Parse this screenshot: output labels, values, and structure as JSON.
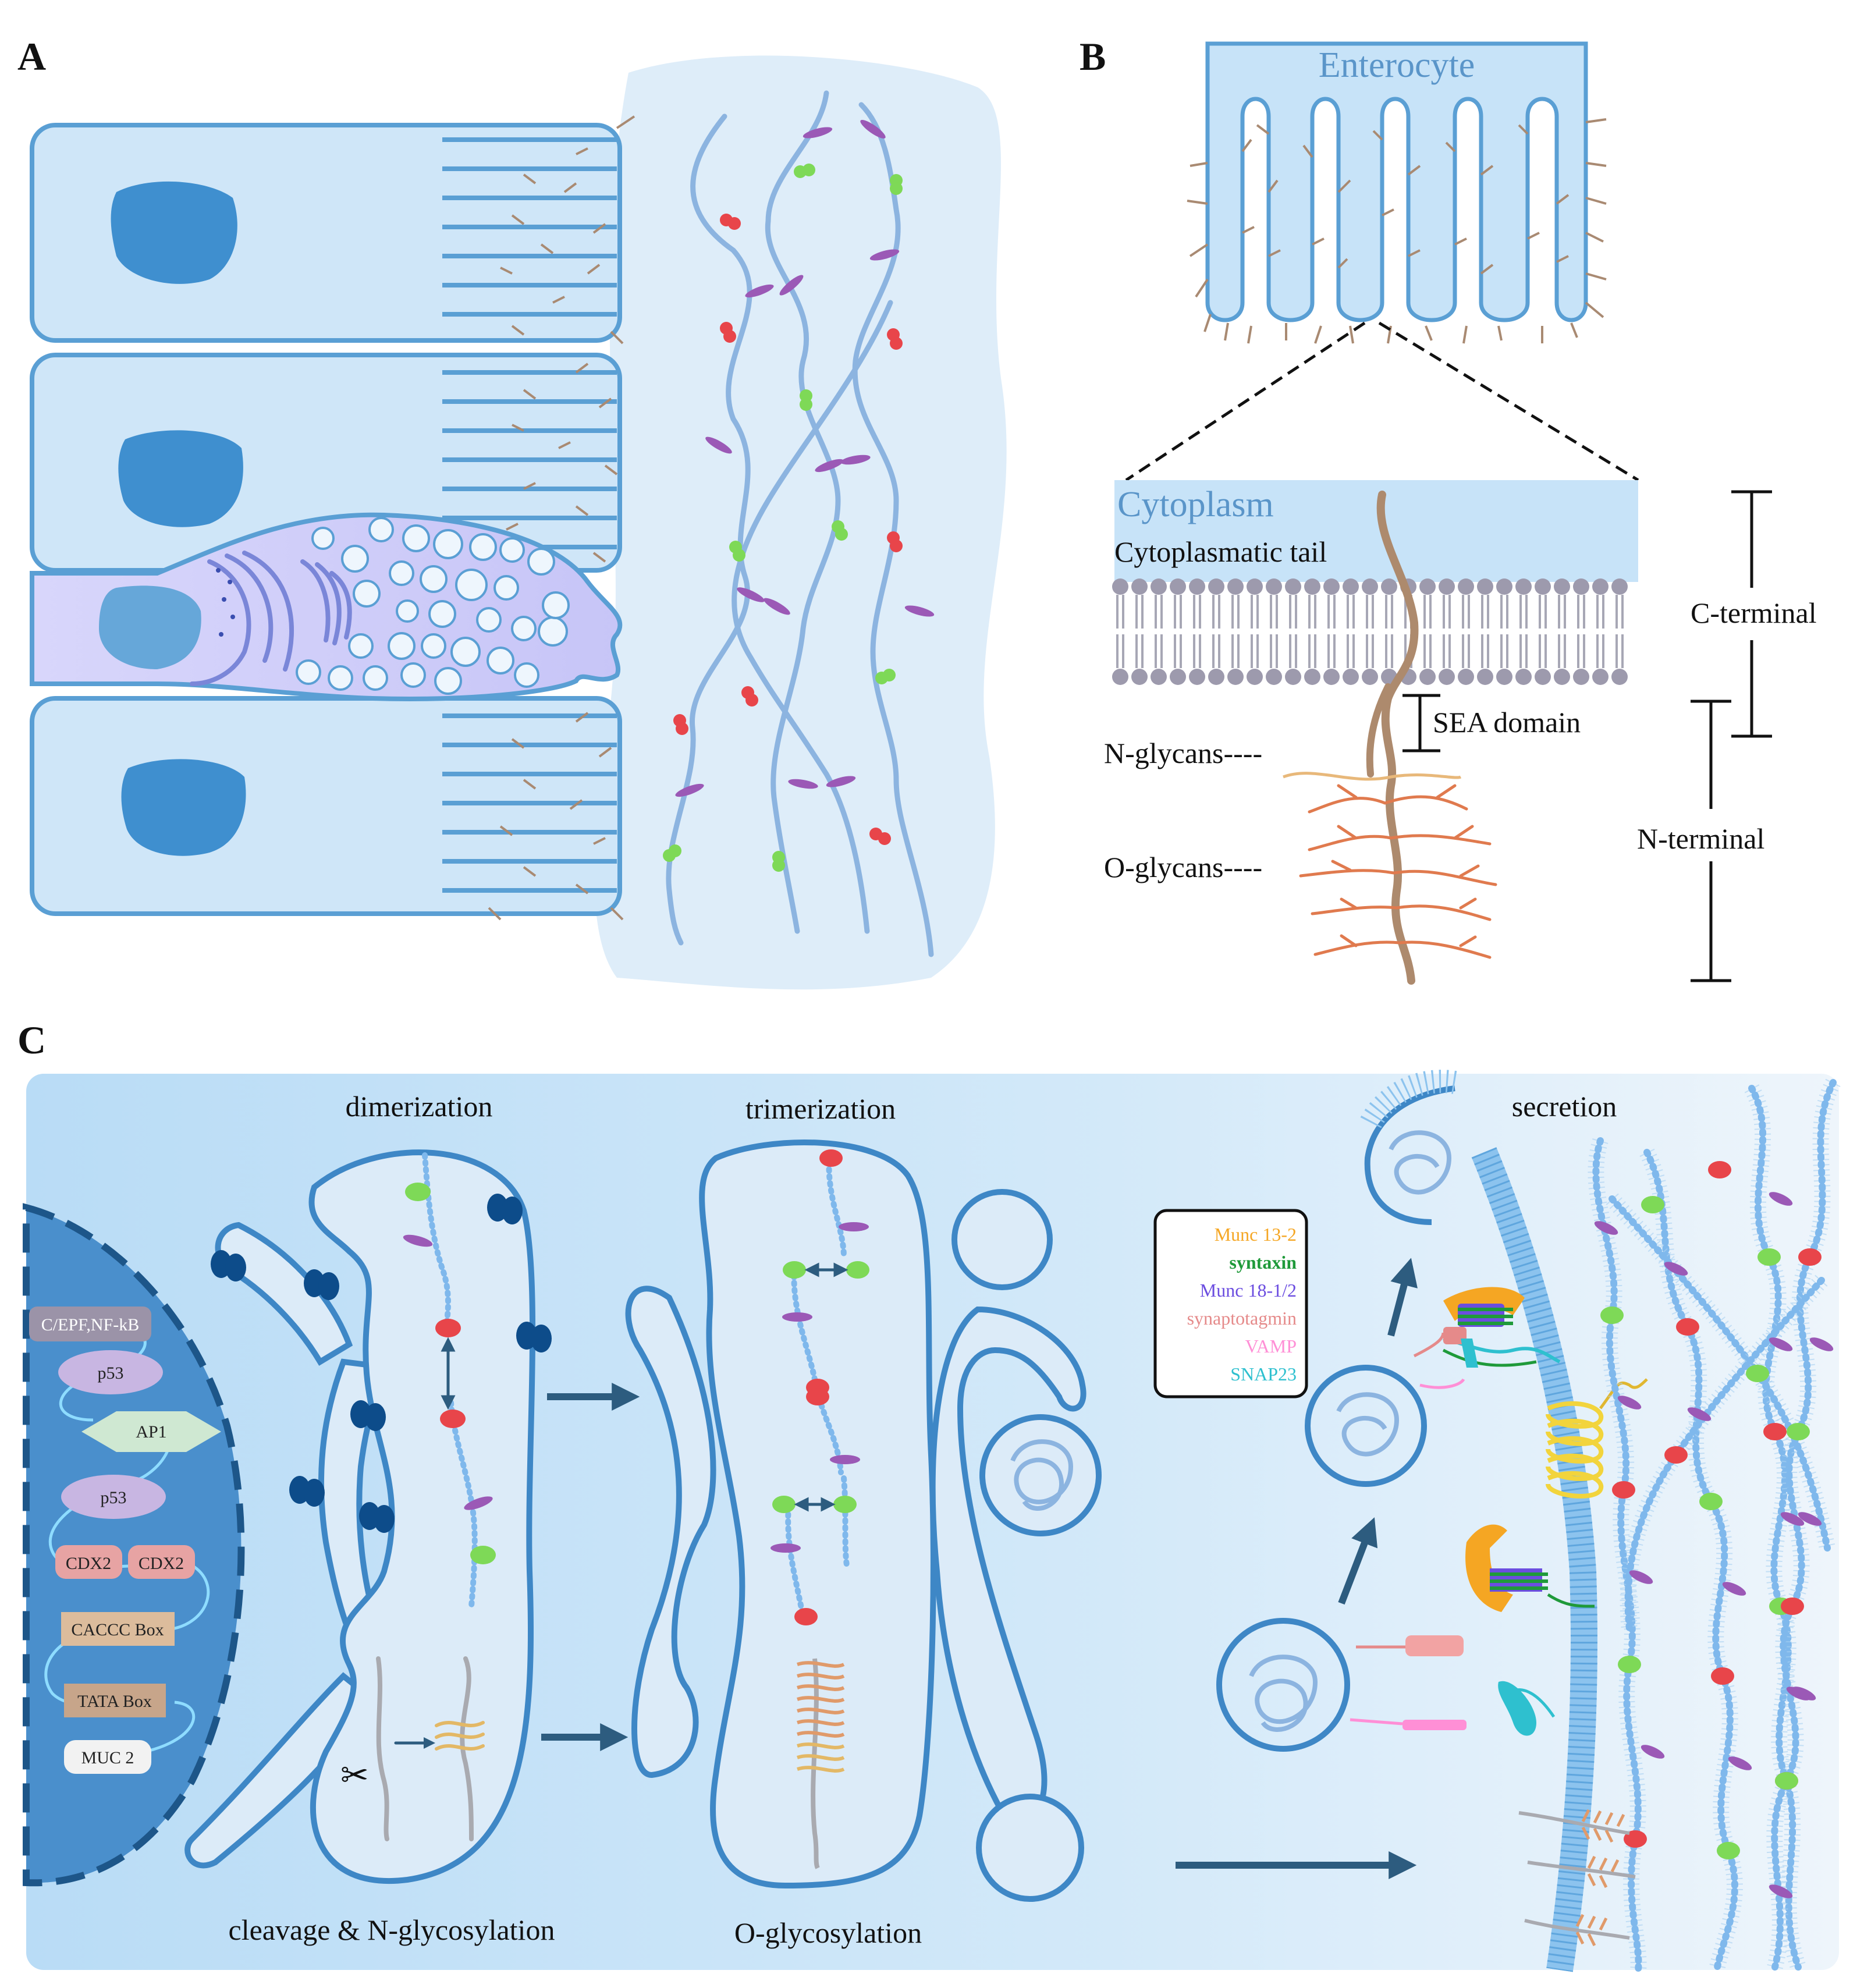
{
  "panels": {
    "a": {
      "letter": "A"
    },
    "b": {
      "letter": "B",
      "enterocyte": "Enterocyte",
      "cytoplasm": "Cytoplasm",
      "cytoplasmic_tail": "Cytoplasmatic tail",
      "sea_domain": "SEA domain",
      "n_glycans": "N-glycans----",
      "o_glycans": "O-glycans----",
      "c_terminal": "C-terminal",
      "n_terminal": "N-terminal"
    },
    "c": {
      "letter": "C",
      "dimerization": "dimerization",
      "trimerization": "trimerization",
      "secretion": "secretion",
      "cleavage": "cleavage & N-glycosylation",
      "o_glycosylation": "O-glycosylation",
      "transcription_factors": [
        {
          "label": "C/EPF,NF-kB",
          "color": "#9b93a8",
          "text_color": "#ffffff"
        },
        {
          "label": "p53",
          "color": "#c8b6e2",
          "text_color": "#222222"
        },
        {
          "label": "AP1",
          "color": "#cfe8d2",
          "text_color": "#222222"
        },
        {
          "label": "p53",
          "color": "#c8b6e2",
          "text_color": "#222222"
        },
        {
          "label": "CDX2",
          "color": "#e7a3a3",
          "text_color": "#222222"
        },
        {
          "label": "CDX2",
          "color": "#e7a3a3",
          "text_color": "#222222"
        },
        {
          "label": "CACCC Box",
          "color": "#dcbc9c",
          "text_color": "#222222"
        },
        {
          "label": "TATA Box",
          "color": "#c7a58a",
          "text_color": "#222222"
        },
        {
          "label": "MUC 2",
          "color": "#f2f2f2",
          "text_color": "#222222"
        }
      ],
      "legend": [
        {
          "label": "Munc 13-2",
          "color": "#f5a623"
        },
        {
          "label": "syntaxin",
          "color": "#1f9a3a"
        },
        {
          "label": "Munc 18-1/2",
          "color": "#6b4de0"
        },
        {
          "label": "synaptotagmin",
          "color": "#e58a8a"
        },
        {
          "label": "VAMP",
          "color": "#ff8fd6"
        },
        {
          "label": "SNAP23",
          "color": "#2ec0cf"
        }
      ]
    }
  },
  "colors": {
    "cell_fill": "#cfe6f8",
    "cell_stroke": "#5a9fd4",
    "nucleus": "#3f8fcf",
    "mucus_bg": "#ddecf8",
    "mucin_strand": "#8cb4e0",
    "red_glycan": "#e8454a",
    "green_glycan": "#7ed957",
    "purple_glycan": "#9b59b6",
    "panel_c_bg": "#bfe0f7",
    "arrow": "#2d5c7f"
  }
}
